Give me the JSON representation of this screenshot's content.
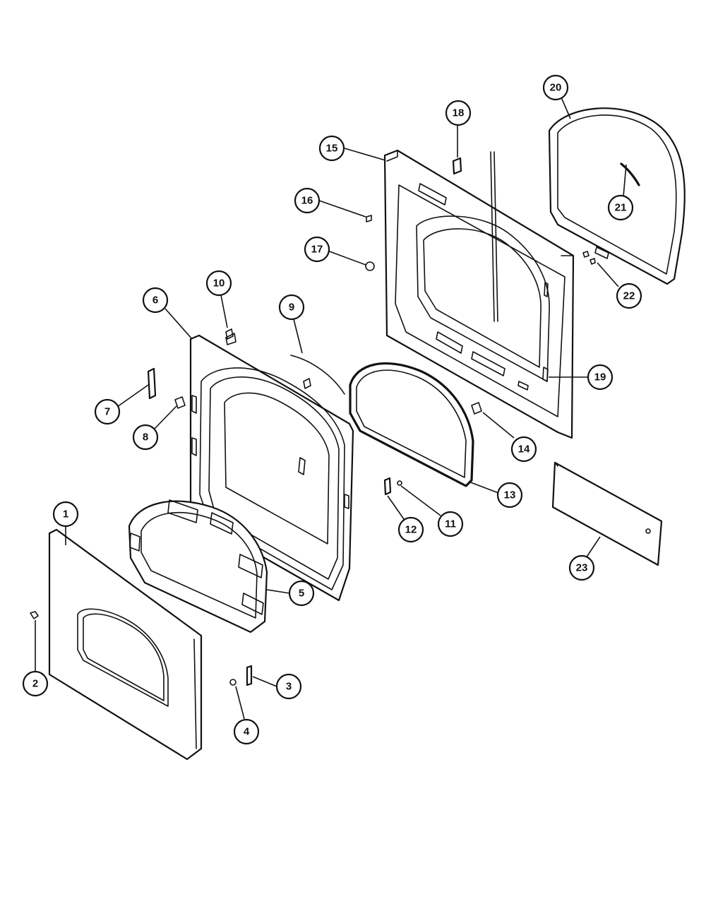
{
  "diagram": {
    "callouts": [
      {
        "id": "c1",
        "label": "1"
      },
      {
        "id": "c2",
        "label": "2"
      },
      {
        "id": "c3",
        "label": "3"
      },
      {
        "id": "c4",
        "label": "4"
      },
      {
        "id": "c5",
        "label": "5"
      },
      {
        "id": "c6",
        "label": "6"
      },
      {
        "id": "c7",
        "label": "7"
      },
      {
        "id": "c8",
        "label": "8"
      },
      {
        "id": "c9",
        "label": "9"
      },
      {
        "id": "c10",
        "label": "10"
      },
      {
        "id": "c11",
        "label": "11"
      },
      {
        "id": "c12",
        "label": "12"
      },
      {
        "id": "c13",
        "label": "13"
      },
      {
        "id": "c14",
        "label": "14"
      },
      {
        "id": "c15",
        "label": "15"
      },
      {
        "id": "c16",
        "label": "16"
      },
      {
        "id": "c17",
        "label": "17"
      },
      {
        "id": "c18",
        "label": "18"
      },
      {
        "id": "c19",
        "label": "19"
      },
      {
        "id": "c20",
        "label": "20"
      },
      {
        "id": "c21",
        "label": "21"
      },
      {
        "id": "c22",
        "label": "22"
      },
      {
        "id": "c23",
        "label": "23"
      }
    ]
  }
}
